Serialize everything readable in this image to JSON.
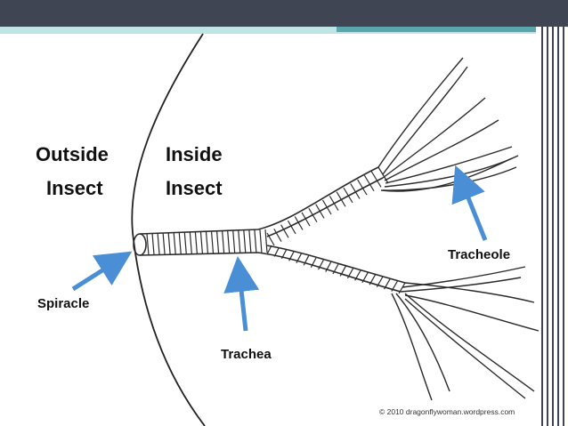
{
  "labels": {
    "outside_line1": "Outside",
    "outside_line2": "Insect",
    "inside_line1": "Inside",
    "inside_line2": "Insect",
    "spiracle": "Spiracle",
    "trachea": "Trachea",
    "tracheole": "Tracheole"
  },
  "credit": "© 2010 dragonflywoman.wordpress.com",
  "colors": {
    "header_bar": "#3f4553",
    "accent": "#bfe4e6",
    "arrow": "#4a8fd6",
    "line": "#2a2a2a"
  }
}
